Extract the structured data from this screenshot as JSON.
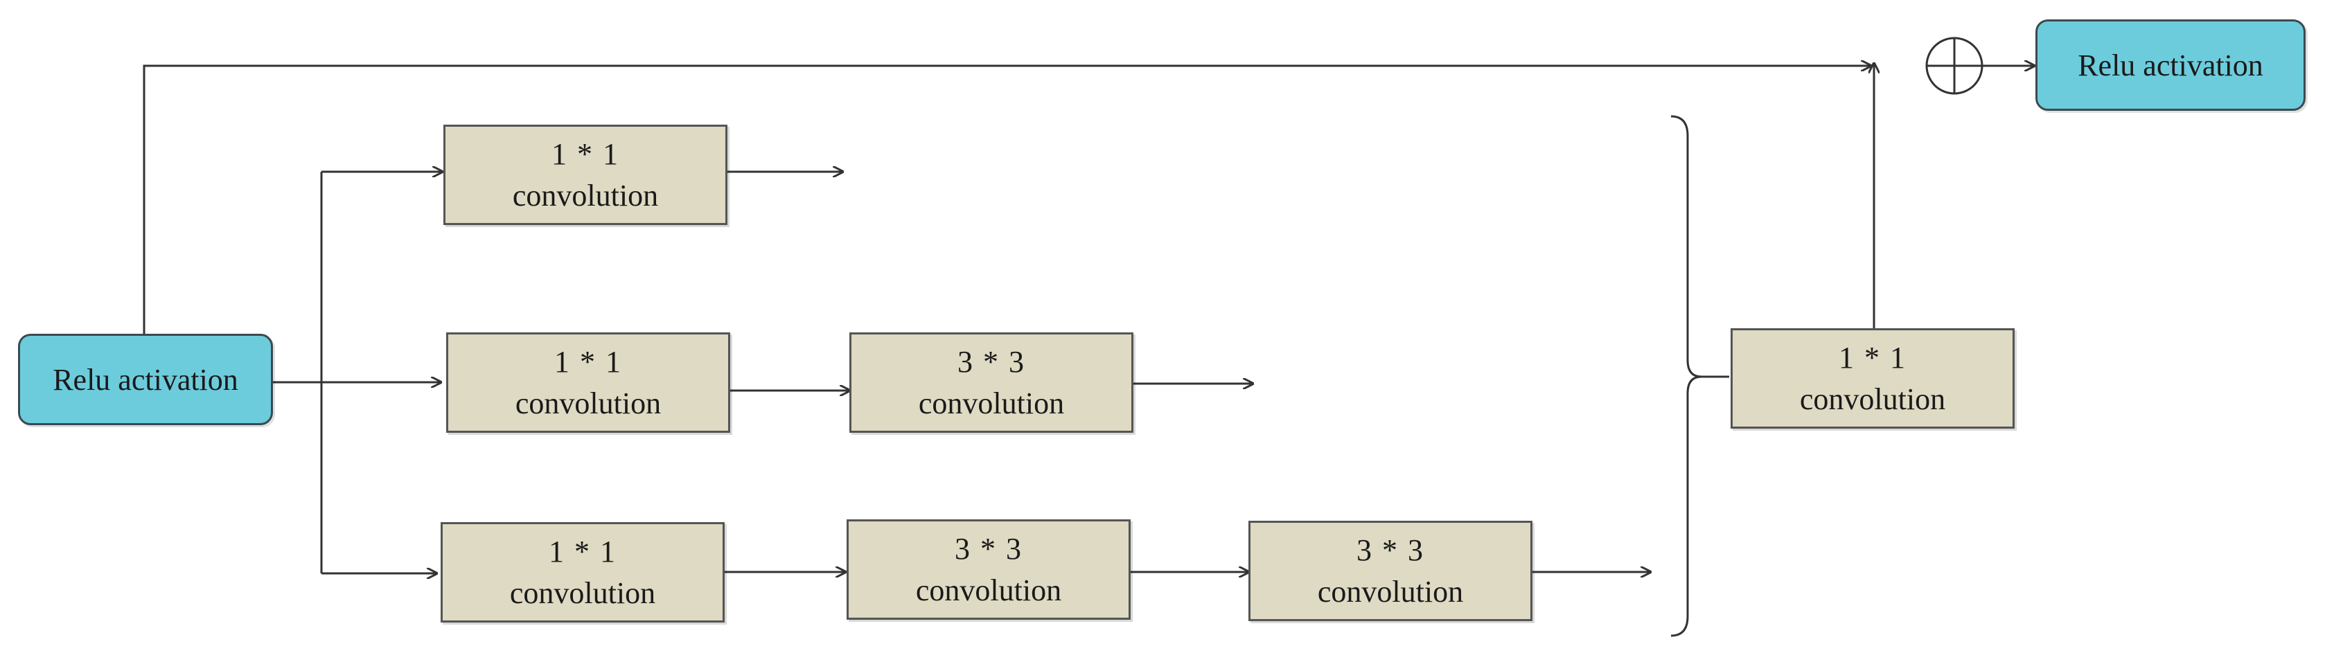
{
  "diagram": {
    "input_activation": "Relu activation",
    "output_activation": "Relu activation",
    "branch1": {
      "conv1": {
        "kernel": "1 * 1",
        "label": "convolution"
      }
    },
    "branch2": {
      "conv1": {
        "kernel": "1 * 1",
        "label": "convolution"
      },
      "conv2": {
        "kernel": "3 * 3",
        "label": "convolution"
      }
    },
    "branch3": {
      "conv1": {
        "kernel": "1 * 1",
        "label": "convolution"
      },
      "conv2": {
        "kernel": "3 * 3",
        "label": "convolution"
      },
      "conv3": {
        "kernel": "3 * 3",
        "label": "convolution"
      }
    },
    "merge_conv": {
      "kernel": "1 * 1",
      "label": "convolution"
    },
    "add_symbol": "⊕"
  },
  "colors": {
    "conv_fill": "#dedac3",
    "relu_fill": "#6cccdc",
    "line": "#333333"
  }
}
